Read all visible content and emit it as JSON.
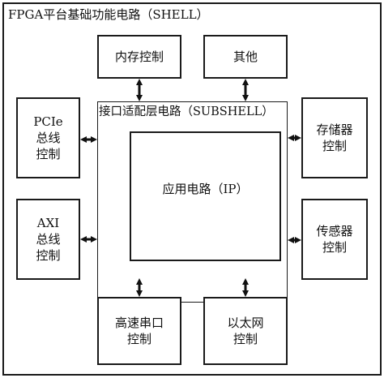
{
  "shell": {
    "label": "FPGA平台基础功能电路（SHELL）"
  },
  "subshell": {
    "label": "接口适配层电路（SUBSHELL）"
  },
  "ip": {
    "label": "应用电路（IP）"
  },
  "modules": {
    "memory": {
      "label": "内存控制"
    },
    "other": {
      "label": "其他"
    },
    "pcie": {
      "line1": "PCIe",
      "line2": "总线",
      "line3": "控制"
    },
    "axi": {
      "line1": "AXI",
      "line2": "总线",
      "line3": "控制"
    },
    "storage": {
      "line1": "存储器",
      "line2": "控制"
    },
    "sensor": {
      "line1": "传感器",
      "line2": "控制"
    },
    "serial": {
      "line1": "高速串口",
      "line2": "控制"
    },
    "ethernet": {
      "line1": "以太网",
      "line2": "控制"
    }
  }
}
